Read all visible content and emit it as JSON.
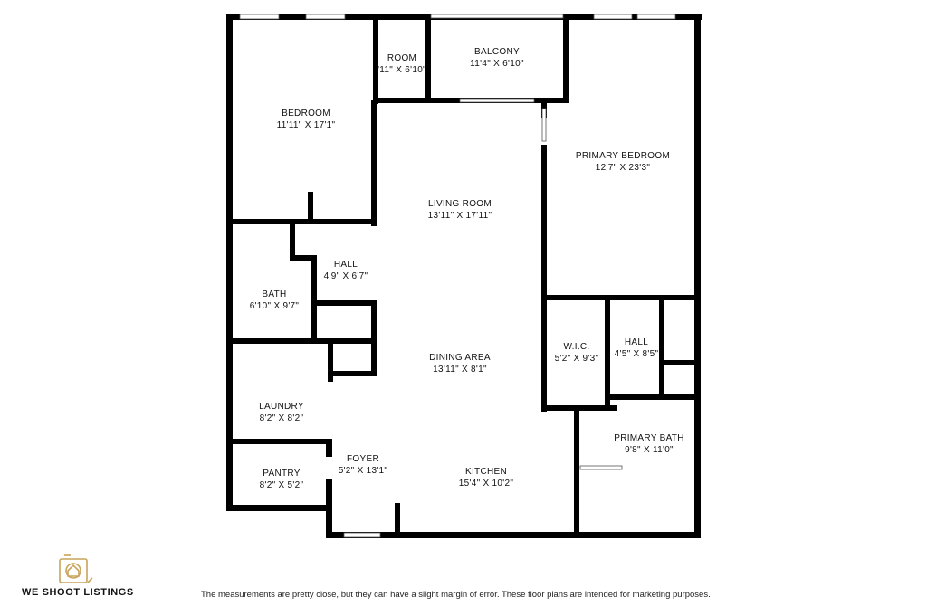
{
  "colors": {
    "wall": "#000000",
    "window": "#ffffff",
    "logo": "#c9a45b",
    "text": "#111111"
  },
  "rooms": [
    {
      "key": "bedroom",
      "name": "BEDROOM",
      "size": "11'11\" X 17'1\""
    },
    {
      "key": "room",
      "name": "ROOM",
      "size": "'11\" X 6'10\""
    },
    {
      "key": "balcony",
      "name": "BALCONY",
      "size": "11'4\" X 6'10\""
    },
    {
      "key": "primary-bedroom",
      "name": "PRIMARY BEDROOM",
      "size": "12'7\" X 23'3\""
    },
    {
      "key": "living-room",
      "name": "LIVING ROOM",
      "size": "13'11\" X 17'11\""
    },
    {
      "key": "hall-left",
      "name": "HALL",
      "size": "4'9\" X 6'7\""
    },
    {
      "key": "bath",
      "name": "BATH",
      "size": "6'10\" X 9'7\""
    },
    {
      "key": "wic",
      "name": "W.I.C.",
      "size": "5'2\" X 9'3\""
    },
    {
      "key": "hall-right",
      "name": "HALL",
      "size": "4'5\" X 8'5\""
    },
    {
      "key": "dining-area",
      "name": "DINING AREA",
      "size": "13'11\" X 8'1\""
    },
    {
      "key": "laundry",
      "name": "LAUNDRY",
      "size": "8'2\" X 8'2\""
    },
    {
      "key": "primary-bath",
      "name": "PRIMARY BATH",
      "size": "9'8\" X 11'0\""
    },
    {
      "key": "foyer",
      "name": "FOYER",
      "size": "5'2\" X 13'1\""
    },
    {
      "key": "pantry",
      "name": "PANTRY",
      "size": "8'2\" X 5'2\""
    },
    {
      "key": "kitchen",
      "name": "KITCHEN",
      "size": "15'4\" X 10'2\""
    }
  ],
  "brand": {
    "name": "WE SHOOT LISTINGS",
    "icon": "camera-house-logo-icon"
  },
  "disclaimer": "The measurements are pretty close, but they can have a slight margin of error. These floor plans are intended for marketing purposes."
}
